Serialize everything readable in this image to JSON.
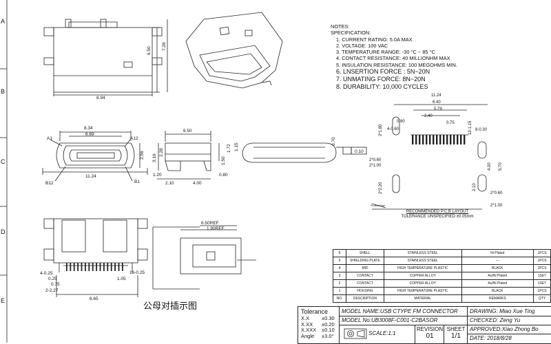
{
  "zones": [
    "A",
    "B",
    "C",
    "D",
    "E"
  ],
  "notes": {
    "heading": "NOTES:",
    "spec": "SPECIFICATION:",
    "items": [
      "1. CURRENT RATING: 5.0A MAX",
      "2. VOLTAGE: 100 VAC",
      "3. TEMPERATURE RANGE: -30 °C ~ 85 °C",
      "4. CONTACT RESISTANCE: 40 MILLIONHM MAX",
      "5. INSULATION RESISTANCE: 100 MEGOHMS MIN.",
      "6. LNSERTION FORCE : 5N~20N",
      "7. UNMATING FORCE: 8N~20N",
      "8. DURABILITY:    10,000 CYCLES"
    ]
  },
  "dims": {
    "top_width": "8.94",
    "top_h1": "6.50",
    "top_h2": "7.28",
    "front_w1": "8.34",
    "front_w2": "6.69",
    "front_w3": "11.24",
    "pin_a1": "A1",
    "pin_a12": "A12",
    "pin_b12": "B12",
    "pin_b1": "B1",
    "front_h": "2.56",
    "side_w": "6.50",
    "side_h1": "3.16",
    "side_h2": "2.28",
    "side_h3": "1.72",
    "side_h4": "1.15",
    "side_h5": "1.50",
    "side_s1": "1.20",
    "side_s2": "2.10",
    "side_s3": "4.00",
    "side_s4": "0.80",
    "end_d": "0.70",
    "flat_box": "0.10",
    "bot_a": "4-0.25",
    "bot_b": "0.25",
    "bot_c": "0.75",
    "bot_d": "2-2.27",
    "bot_e": "16-0.25",
    "bot_f": "1.05",
    "bot_g": "6.65",
    "ref1": "6.50REF.",
    "ref2": "1.90REF.",
    "pcb_top": "11.24",
    "pcb_640": "6.40",
    "pcb_579": "5.79",
    "pcb_240": "2.40",
    "pcb_075": "0.75",
    "pcb_12": "12-1.15",
    "pcb_8": "8-0.30",
    "pcb_460": "4-0.60",
    "pcb_090": "0.90",
    "pcb_180": "2*1.80",
    "pcb_060a": "2*0.60",
    "pcb_100a": "2*1.00",
    "pcb_220": "2*2.20",
    "pcb_400": "4.00",
    "pcb_570": "5.70",
    "pcb_210": "2.10",
    "pcb_060b": "2*0.60",
    "pcb_100b": "2*1.00",
    "product_edge": "Product Edge"
  },
  "pcb_caption": {
    "line1": "RECOMMENDED  P.C.B  LAYOUT",
    "line2": "TOLERANCE  UNSPECIFIED  ±0.05mm"
  },
  "mating_note": "公母对插示图",
  "bom": [
    {
      "no": "6",
      "name": "SHELL",
      "material": "STAINLESS STEEL",
      "remarks": "Ni Plated",
      "qty": "1PCS"
    },
    {
      "no": "5",
      "name": "SHIELDING PLATE",
      "material": "STAINLESS STEEL",
      "remarks": "---",
      "qty": "1PCS"
    },
    {
      "no": "4",
      "name": "MID",
      "material": "HIGH TEMPERATURE PLASTIC",
      "remarks": "BLACK",
      "qty": "1PCS"
    },
    {
      "no": "3",
      "name": "CONTACT",
      "material": "COPPER ALLOY",
      "remarks": "Au/Ni Plated",
      "qty": "1SET"
    },
    {
      "no": "2",
      "name": "CONTACT",
      "material": "COPPER ALLOY",
      "remarks": "Au/Ni Plated",
      "qty": "1SET"
    },
    {
      "no": "1",
      "name": "HOUSING",
      "material": "HIGH TEMPERATURE PLASTIC",
      "remarks": "BLACK",
      "qty": "1PCS"
    }
  ],
  "bom_header": {
    "no": "NO.",
    "name": "DESCRIPTION",
    "material": "MATERIAL",
    "remarks": "REMARKS",
    "qty": "QTY"
  },
  "title_block": {
    "tolerance_label": "Tolerance",
    "tol": [
      {
        "k": "X.X",
        "v": "±0.30"
      },
      {
        "k": "X.XX",
        "v": "±0.20"
      },
      {
        "k": "X.XXX",
        "v": "±0.10"
      },
      {
        "k": "Angle",
        "v": "±3.0°"
      }
    ],
    "model_name": "MODEL NAME:USB CTYPE FM CONNECTOR",
    "model_no": "MODEL No:UB3008F-C001-C2BASOR",
    "scale": "SCALE:1:1",
    "revision_label": "REVISION",
    "revision": "01",
    "sheet_label": "SHEET",
    "sheet": "1/1",
    "drawing": "DRAWING:  Miao Xue Ting",
    "checked": "CHECKED: Zeng Yu",
    "approved": "APPROVED:Xiao Zhong Bo",
    "date": "DATE:     2018/8/28"
  }
}
